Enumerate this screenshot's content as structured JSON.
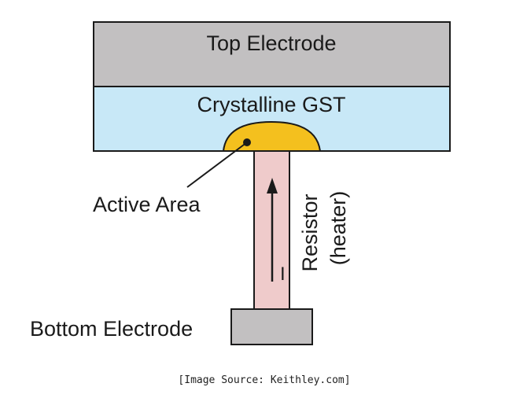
{
  "diagram": {
    "top_electrode_label": "Top Electrode",
    "gst_label": "Crystalline GST",
    "active_area_label": "Active Area",
    "resistor_label": "Resistor",
    "heater_label": "(heater)",
    "current_label": "I",
    "bottom_electrode_label": "Bottom Electrode",
    "source_label": "[Image Source: Keithley.com]"
  },
  "colors": {
    "top_electrode": "#c2c0c1",
    "gst": "#c8e8f7",
    "active_area": "#f4c01e",
    "resistor": "#efcbcb",
    "bottom_electrode": "#c2c0c1",
    "outline": "#1a1a1a"
  },
  "icons": {
    "current_arrow": "up-arrow-icon",
    "active_area_marker": "dot-marker-icon"
  }
}
